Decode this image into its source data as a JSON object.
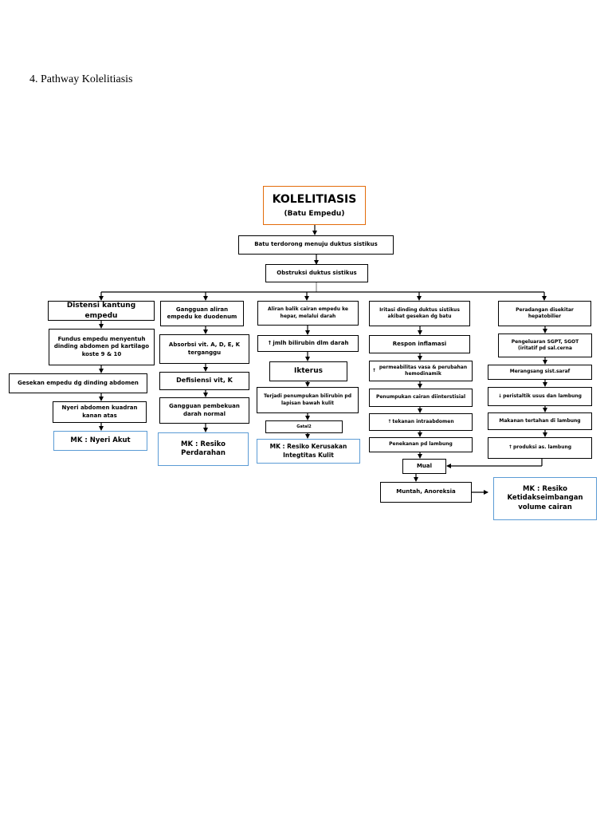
{
  "heading": "4. Pathway Kolelitiasis",
  "root": {
    "title": "KOLELITIASIS",
    "subtitle": "(Batu Empedu)"
  },
  "level1": "Batu terdorong menuju duktus sistikus",
  "level2": "Obstruksi duktus sistikus",
  "col1": [
    "Distensi kantung empedu",
    "Fundus empedu menyentuh dinding abdomen pd kartilago koste 9 & 10",
    "Gesekan empedu dg  dinding abdomen",
    "Nyeri abdomen kuadran kanan atas",
    "MK : Nyeri Akut"
  ],
  "col2": [
    "Gangguan aliran empedu ke duodenum",
    "Absorbsi vit. A, D, E, K terganggu",
    "Defisiensi vit, K",
    "Gangguan pembekuan darah normal",
    "MK : Resiko Perdarahan"
  ],
  "col3": [
    "Aliran balik cairan empedu ke hepar, melalui darah",
    "jmlh bilirubin dlm darah",
    "Ikterus",
    "Terjadi penumpukan bilirubin pd lapisan bawah kulit",
    "Gatal2",
    "MK : Resiko Kerusakan Integtitas Kulit"
  ],
  "col4": [
    "Iritasi dinding duktus sistikus akibat gesekan dg batu",
    "Respon inflamasi",
    "permeabilitas vasa & perubahan hemodinamik",
    "Penumpukan cairan diinterstisial",
    "tekanan intraabdomen",
    "Penekanan pd lambung",
    "Mual",
    "Muntah, Anoreksia"
  ],
  "col5": [
    "Peradangan disekitar hepatobilier",
    "Pengeluaran SGPT, SGOT\n(iritatif pd sal.cerna",
    "Merangsang sist.saraf",
    "peristaltik usus dan lambung",
    "Makanan tertahan di lambung",
    "produksi as. lambung",
    "MK : Resiko Ketidakseimbangan volume cairan"
  ]
}
